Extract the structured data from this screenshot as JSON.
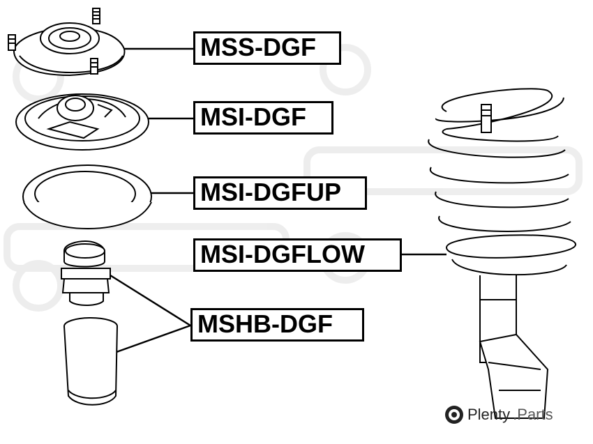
{
  "labels": {
    "mss": "MSS-DGF",
    "msi": "MSI-DGF",
    "msi_up": "MSI-DGFUP",
    "msi_low": "MSI-DGFLOW",
    "mshb": "MSHB-DGF"
  },
  "watermark": {
    "brand": "Plenty",
    "suffix": ".Parts"
  },
  "colors": {
    "line": "#000000",
    "background": "#ffffff",
    "watermark": "#e6e6e6"
  }
}
